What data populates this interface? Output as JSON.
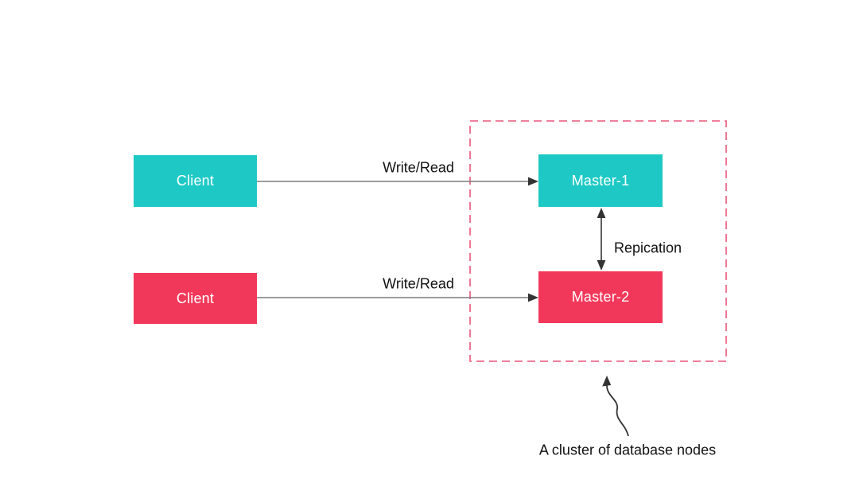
{
  "diagram": {
    "nodes": {
      "client1": {
        "label": "Client"
      },
      "client2": {
        "label": "Client"
      },
      "master1": {
        "label": "Master-1"
      },
      "master2": {
        "label": "Master-2"
      }
    },
    "edges": {
      "write_read_1": {
        "label": "Write/Read"
      },
      "write_read_2": {
        "label": "Write/Read"
      },
      "replication": {
        "label": "Repication"
      }
    },
    "annotation": {
      "label": "A cluster of database nodes"
    }
  },
  "colors": {
    "teal": "#1EC9C5",
    "pink": "#F2385A",
    "dash": "#E9577B",
    "line": "#7C7C7C",
    "ink": "#333333",
    "text": "#111111"
  }
}
